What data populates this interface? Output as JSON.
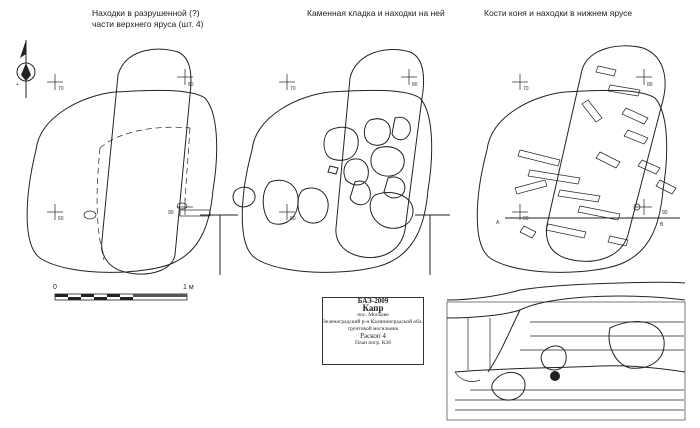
{
  "captions": {
    "upper": [
      "Находки в разрушенной (?)",
      "части верхнего яруса (шт. 4)"
    ],
    "middle": "Каменная кладка и находки на ней",
    "right": "Кости коня и находки в нижнем ярусе"
  },
  "scale": {
    "start": "0",
    "end": "1 м"
  },
  "title_block": {
    "line1": "БАЭ-2009",
    "line2": "Капр",
    "line3": "пос. Москово",
    "line4": "Зеленоградский р-н Калининградской обл.",
    "line5": "грунтовой могильник",
    "line6": "Раскоп 4",
    "line7": "План погр. К36"
  },
  "grid_labels": {
    "p1_tl": "70",
    "p1_tr": "80",
    "p1_bl": "60",
    "p1_br": "90",
    "p2_tl": "70",
    "p2_tr": "80",
    "p2_bl": "60",
    "p3_tl": "70",
    "p3_tr": "80",
    "p3_bl": "60",
    "p3_br": "90"
  },
  "section_marks": {
    "a": "A",
    "b": "B"
  },
  "colors": {
    "line": "#222222",
    "background": "#ffffff"
  }
}
